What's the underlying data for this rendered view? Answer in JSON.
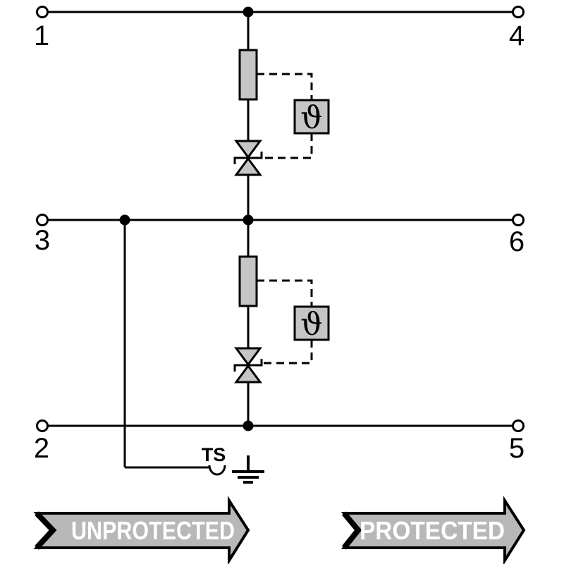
{
  "colors": {
    "background": "#ffffff",
    "line": "#000000",
    "component_fill": "#c5c5c5",
    "banner_fill": "#b8b8b8",
    "banner_text": "#ffffff"
  },
  "terminals": {
    "t1": "1",
    "t2": "2",
    "t3": "3",
    "t4": "4",
    "t5": "5",
    "t6": "6"
  },
  "symbols": {
    "theta_top": "ϑ",
    "theta_bottom": "ϑ",
    "ts_label": "TS"
  },
  "banners": {
    "unprotected_label": "UNPROTECTED",
    "protected_label": "PROTECTED"
  }
}
